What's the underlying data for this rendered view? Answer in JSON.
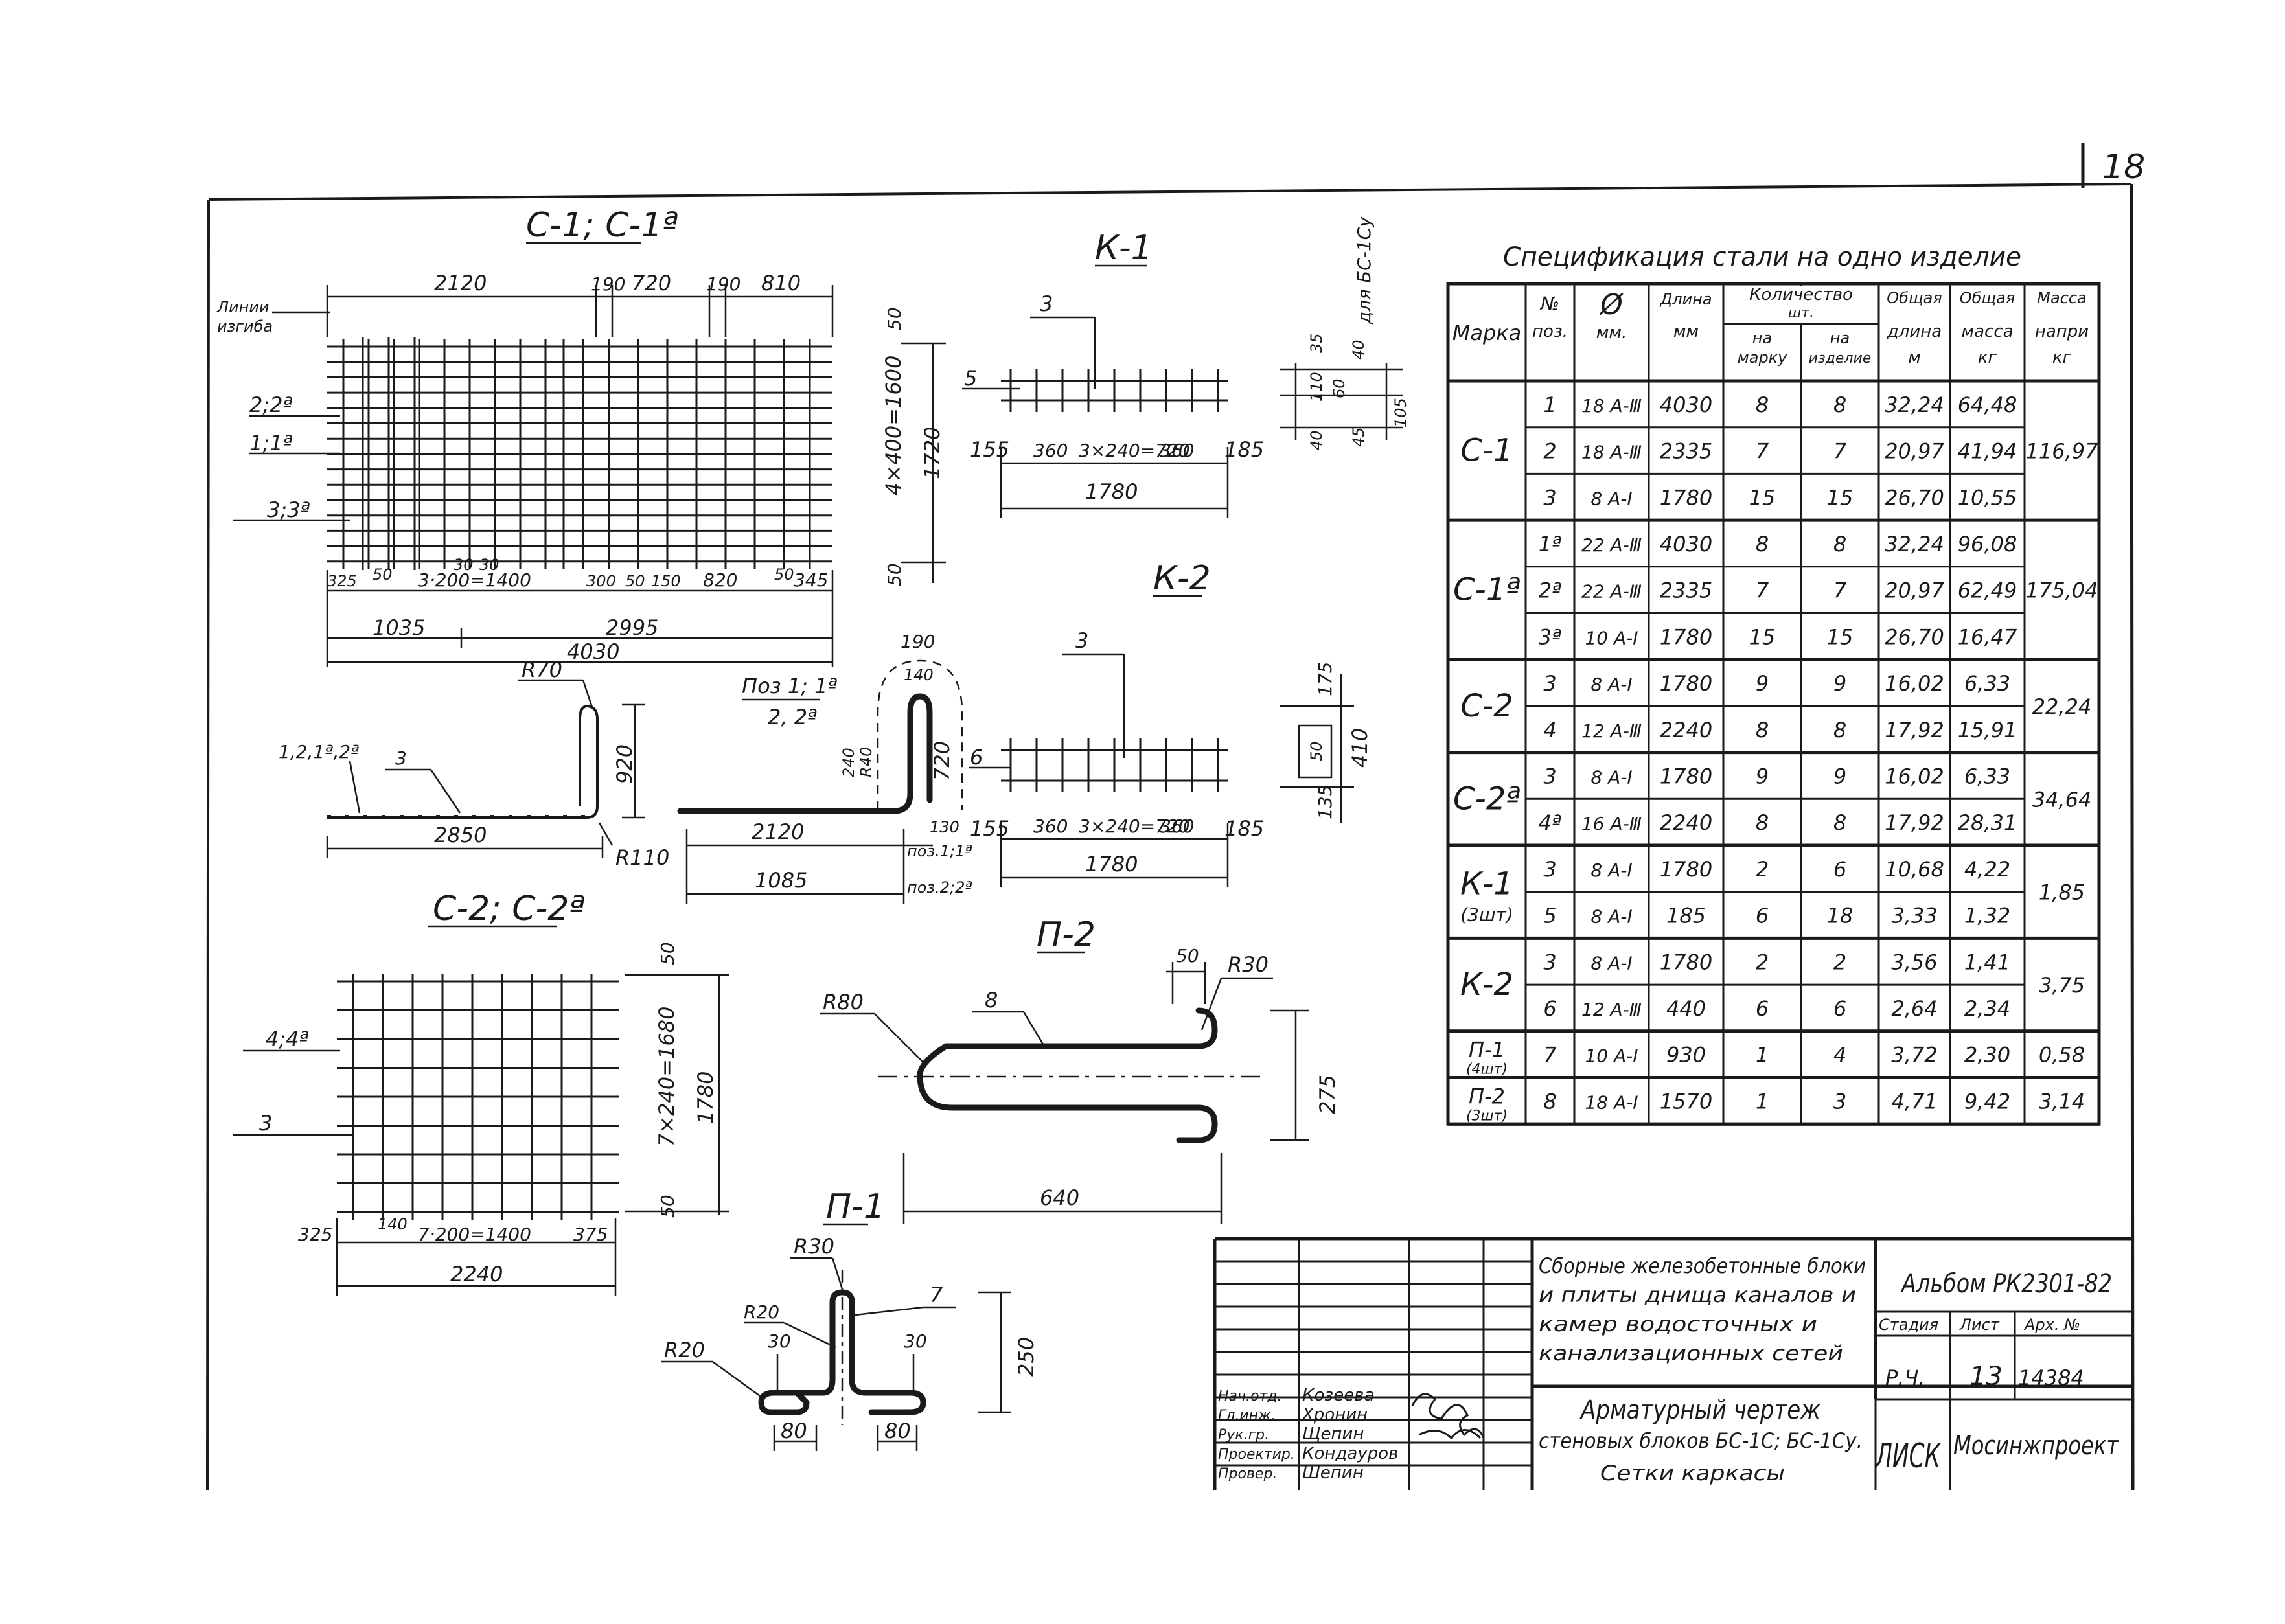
{
  "sheet": {
    "page_number": "18"
  },
  "views": {
    "c1": {
      "title": "С-1; С-1ª",
      "bend_line_label": [
        "Линии",
        "изгиба"
      ],
      "side_marks": [
        "2;2ª",
        "1;1ª",
        "3;3ª"
      ],
      "top_dims": [
        "2120",
        "190",
        "720",
        "190",
        "810"
      ],
      "bottom_dims": [
        "325",
        "50",
        "3·200=1400",
        "300",
        "50",
        "150",
        "820",
        "50",
        "345"
      ],
      "small_dims": [
        "30",
        "30"
      ],
      "total_dims": [
        "1035",
        "2995",
        "4030"
      ],
      "right_dims": [
        "50",
        "4×400=1600",
        "1720",
        "50"
      ]
    },
    "k1": {
      "title": "К-1",
      "marks": [
        "3",
        "5"
      ],
      "dims": [
        "155",
        "360",
        "3×240=720",
        "360",
        "185",
        "1780"
      ],
      "side_label": "для БС-1Су",
      "side_dims": [
        "40",
        "110",
        "35",
        "60",
        "40",
        "45",
        "105"
      ]
    },
    "k2": {
      "title": "К-2",
      "marks": [
        "3",
        "6"
      ],
      "dims": [
        "155",
        "360",
        "3×240=720",
        "360",
        "185",
        "1780"
      ],
      "side_dims": [
        "175",
        "50",
        "410",
        "135"
      ]
    },
    "bend1": {
      "marks": [
        "1,2,1ª,2ª",
        "3"
      ],
      "dims": [
        "R70",
        "920",
        "2850",
        "R110"
      ]
    },
    "bend2": {
      "pos_label": [
        "Поз 1; 1ª",
        "2, 2ª"
      ],
      "dims": [
        "190",
        "140",
        "720",
        "R40",
        "240",
        "2120",
        "1085",
        "130"
      ],
      "notes": [
        "поз.1;1ª",
        "поз.2;2ª"
      ]
    },
    "c2": {
      "title": "С-2; С-2ª",
      "marks": [
        "4;4ª",
        "3"
      ],
      "right_dims": [
        "50",
        "7×240=1680",
        "1780",
        "50"
      ],
      "bottom_dims": [
        "325",
        "140",
        "7·200=1400",
        "375",
        "2240"
      ]
    },
    "p2": {
      "title": "П-2",
      "dims": [
        "R80",
        "8",
        "50",
        "R30",
        "275",
        "640"
      ]
    },
    "p1": {
      "title": "П-1",
      "dims": [
        "R30",
        "R20",
        "R20",
        "30",
        "30",
        "7",
        "250",
        "80",
        "80"
      ]
    }
  },
  "spec": {
    "title": "Спецификация стали на одно изделие",
    "headers": {
      "mark": "Марка",
      "pos": [
        "№",
        "поз."
      ],
      "dia": [
        "Ø",
        "мм."
      ],
      "len": [
        "Длина",
        "мм"
      ],
      "qty": [
        "Количество",
        "шт."
      ],
      "qty_mark": [
        "на",
        "марку"
      ],
      "qty_item": [
        "на",
        "изделие"
      ],
      "total_len": [
        "Общая",
        "длина",
        "м"
      ],
      "total_mass": [
        "Общая",
        "масса",
        "кг"
      ],
      "mass_total": [
        "Масса",
        "напри",
        "кг"
      ]
    },
    "groups": [
      {
        "mark": "С-1",
        "mass": "116,97",
        "rows": [
          [
            "1",
            "18 А-Ⅲ",
            "4030",
            "8",
            "8",
            "32,24",
            "64,48"
          ],
          [
            "2",
            "18 А-Ⅲ",
            "2335",
            "7",
            "7",
            "20,97",
            "41,94"
          ],
          [
            "3",
            "8 А-Ⅰ",
            "1780",
            "15",
            "15",
            "26,70",
            "10,55"
          ]
        ]
      },
      {
        "mark": "С-1ª",
        "mass": "175,04",
        "rows": [
          [
            "1ª",
            "22 А-Ⅲ",
            "4030",
            "8",
            "8",
            "32,24",
            "96,08"
          ],
          [
            "2ª",
            "22 А-Ⅲ",
            "2335",
            "7",
            "7",
            "20,97",
            "62,49"
          ],
          [
            "3ª",
            "10 А-Ⅰ",
            "1780",
            "15",
            "15",
            "26,70",
            "16,47"
          ]
        ]
      },
      {
        "mark": "С-2",
        "mass": "22,24",
        "rows": [
          [
            "3",
            "8 А-Ⅰ",
            "1780",
            "9",
            "9",
            "16,02",
            "6,33"
          ],
          [
            "4",
            "12 А-Ⅲ",
            "2240",
            "8",
            "8",
            "17,92",
            "15,91"
          ]
        ]
      },
      {
        "mark": "С-2ª",
        "mass": "34,64",
        "rows": [
          [
            "3",
            "8 А-Ⅰ",
            "1780",
            "9",
            "9",
            "16,02",
            "6,33"
          ],
          [
            "4ª",
            "16 А-Ⅲ",
            "2240",
            "8",
            "8",
            "17,92",
            "28,31"
          ]
        ]
      },
      {
        "mark": "К-1",
        "sub": "(3шт)",
        "mass": "1,85",
        "rows": [
          [
            "3",
            "8 А-Ⅰ",
            "1780",
            "2",
            "6",
            "10,68",
            "4,22"
          ],
          [
            "5",
            "8 А-Ⅰ",
            "185",
            "6",
            "18",
            "3,33",
            "1,32"
          ]
        ]
      },
      {
        "mark": "К-2",
        "mass": "3,75",
        "rows": [
          [
            "3",
            "8 А-Ⅰ",
            "1780",
            "2",
            "2",
            "3,56",
            "1,41"
          ],
          [
            "6",
            "12 А-Ⅲ",
            "440",
            "6",
            "6",
            "2,64",
            "2,34"
          ]
        ]
      },
      {
        "mark": "П-1",
        "sub": "(4шт)",
        "mass": "0,58",
        "rows": [
          [
            "7",
            "10 А-Ⅰ",
            "930",
            "1",
            "4",
            "3,72",
            "2,30"
          ]
        ]
      },
      {
        "mark": "П-2",
        "sub": "(3шт)",
        "mass": "3,14",
        "rows": [
          [
            "8",
            "18 А-Ⅰ",
            "1570",
            "1",
            "3",
            "4,71",
            "9,42"
          ]
        ]
      }
    ]
  },
  "stamp": {
    "project": [
      "Сборные железобетонные блоки",
      "и плиты днища каналов и",
      "камер водосточных и",
      "канализационных сетей"
    ],
    "album": "Альбом РК2301-82",
    "col_headers": [
      "Стадия",
      "Лист",
      "Арх. №"
    ],
    "values": [
      "Р.Ч.",
      "13",
      "14384"
    ],
    "drawing": [
      "Арматурный чертеж",
      "стеновых блоков БС-1С; БС-1Су.",
      "Сетки каркасы"
    ],
    "org": [
      "ЛИСК",
      "Мосинжпроект"
    ],
    "roles": [
      "Нач.отд.",
      "Гл.инж.",
      "Рук.гр.",
      "Проектир.",
      "Провер."
    ],
    "names": [
      "Козеева",
      "Хронин",
      "Щепин",
      "Кондауров",
      "Шепин"
    ]
  }
}
